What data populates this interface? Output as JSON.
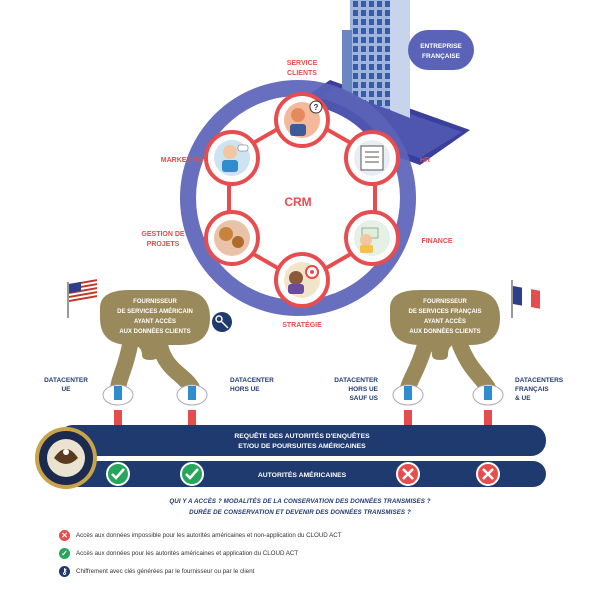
{
  "building_label": [
    "ENTREPRISE",
    "FRANÇAISE"
  ],
  "hub_label": "CRM",
  "departments": {
    "service_clients": [
      "SERVICE",
      "CLIENTS"
    ],
    "marketing": "MARKETING",
    "hr": "HR",
    "gestion_projets": [
      "GESTION DE",
      "PROJETS"
    ],
    "finance": "FINANCE",
    "strategie": "STRATÉGIE"
  },
  "provider_us": [
    "FOURNISSEUR",
    "DE SERVICES AMÉRICAIN",
    "AYANT ACCÈS",
    "AUX DONNÉES CLIENTS"
  ],
  "provider_fr": [
    "FOURNISSEUR",
    "DE SERVICES FRANÇAIS",
    "AYANT ACCÈS",
    "AUX DONNÉES CLIENTS"
  ],
  "datacenters": {
    "ue": [
      "DATACENTER",
      "UE"
    ],
    "hors_ue": [
      "DATACENTER",
      "HORS UE"
    ],
    "hors_ue_sauf_us": [
      "DATACENTER",
      "HORS UE",
      "SAUF US"
    ],
    "francais_ue": [
      "DATACENTERS",
      "FRANÇAIS",
      "& UE"
    ]
  },
  "request_bar": [
    "REQUÊTE DES AUTORITÉS D'ENQUÊTES",
    "ET/OU DE POURSUITES AMÉRICAINES"
  ],
  "authorities_bar": "AUTORITÉS AMÉRICAINES",
  "questions": [
    "QUI Y A ACCÈS ? MODALITÉS DE LA CONSERVATION DES DONNÉES TRANSMISES ?",
    "DURÉE DE CONSERVATION ET DEVENIR DES DONNÉES TRANSMISES ?"
  ],
  "legend": {
    "impossible": "Accès aux données impossible pour les autorités américaines et non-application du CLOUD ACT",
    "possible": "Accès aux données pour les autorités américaines et application du CLOUD ACT",
    "encryption": "Chiffrement avec clés générées par le fournisseur ou par le client"
  },
  "outcomes": [
    "allowed",
    "allowed",
    "denied",
    "denied"
  ],
  "colors": {
    "navy": "#1f3a6e",
    "red": "#e74c4f",
    "green": "#26a65b",
    "olive": "#9a8a5b",
    "ring": "#5b63b8"
  }
}
